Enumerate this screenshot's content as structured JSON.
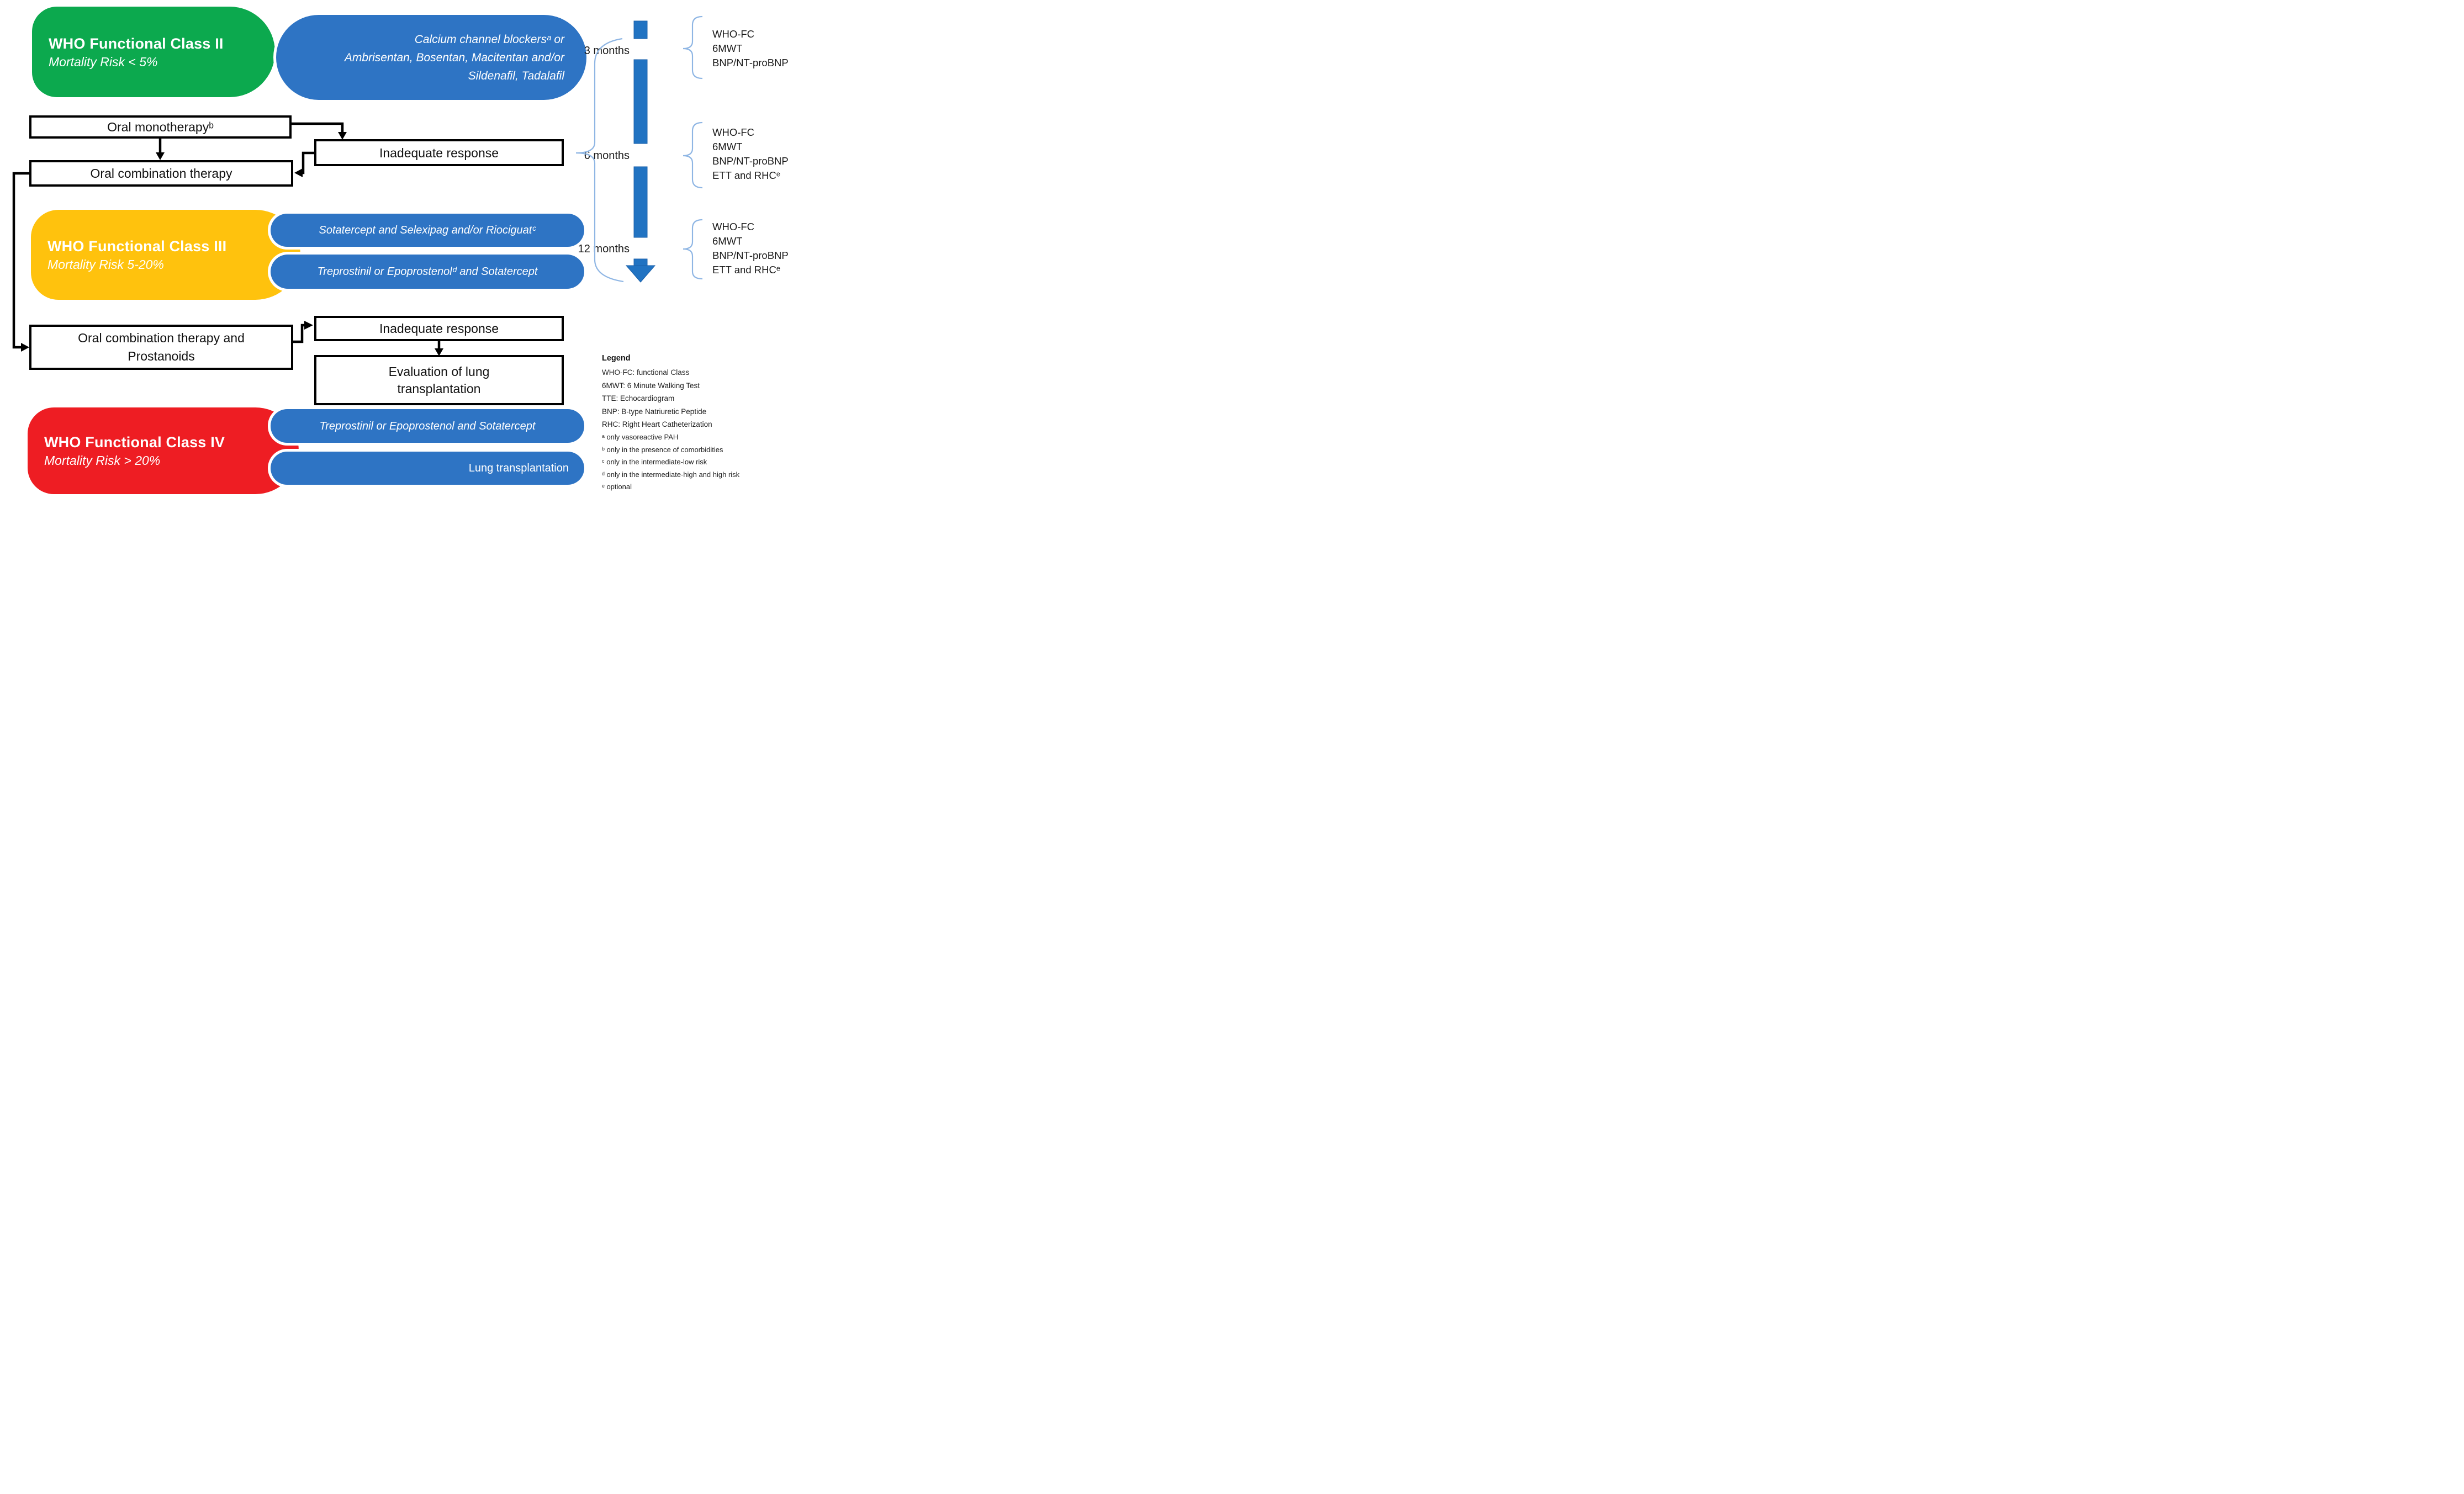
{
  "classes": {
    "fc2": {
      "title": "WHO Functional Class II",
      "subtitle": "Mortality Risk < 5%"
    },
    "fc3": {
      "title": "WHO Functional Class III",
      "subtitle": "Mortality Risk 5-20%"
    },
    "fc4": {
      "title": "WHO Functional Class IV",
      "subtitle": "Mortality Risk > 20%"
    }
  },
  "pills": {
    "ccb_lines": [
      "Calcium channel blockersᵃ or",
      "Ambrisentan, Bosentan, Macitentan and/or",
      "Sildenafil, Tadalafil"
    ],
    "sotatercept_selexipag": "Sotatercept and Selexipag and/or Riociguatᶜ",
    "treprostinil_epoprostenol_sotatercept": "Treprostinil or Epoprostenolᵈ and Sotatercept",
    "treprostinil_epoprostenol_sotatercept_fc4": "Treprostinil or Epoprostenol and Sotatercept",
    "lung_transplantation": "Lung transplantation"
  },
  "boxes": {
    "oral_monotherapy": "Oral monotherapyᵇ",
    "oral_combination": "Oral combination therapy",
    "inadequate_response_1": "Inadequate response",
    "oral_combination_prostanoids_lines": [
      "Oral combination therapy and",
      "Prostanoids"
    ],
    "inadequate_response_2": "Inadequate response",
    "lung_eval_lines": [
      "Evaluation of lung",
      "transplantation"
    ]
  },
  "timeline": {
    "checkpoints": [
      {
        "label": "3 months",
        "tests": [
          "WHO-FC",
          "6MWT",
          "BNP/NT-proBNP"
        ]
      },
      {
        "label": "6 months",
        "tests": [
          "WHO-FC",
          "6MWT",
          "BNP/NT-proBNP",
          "ETT and RHCᵉ"
        ]
      },
      {
        "label": "12 months",
        "tests": [
          "WHO-FC",
          "6MWT",
          "BNP/NT-proBNP",
          "ETT and RHCᵉ"
        ]
      }
    ]
  },
  "legend": {
    "title": "Legend",
    "items": [
      "WHO-FC: functional Class",
      "6MWT: 6 Minute Walking Test",
      "TTE: Echocardiogram",
      "BNP: B-type Natriuretic Peptide",
      "RHC: Right Heart Catheterization"
    ],
    "footnotes": [
      "ᵃ only vasoreactive PAH",
      "ᵇ only in the presence of comorbidities",
      "ᶜ only in the intermediate-low risk",
      "ᵈ only in the intermediate-high and high risk",
      "ᵉ optional"
    ]
  },
  "colors": {
    "class_green": "#0CA94E",
    "class_yellow": "#FFC20D",
    "class_red": "#EE1D23",
    "pill_blue": "#2E74C4",
    "timeline_blue": "#2173C2",
    "brace_blue": "#8FB6E4"
  }
}
